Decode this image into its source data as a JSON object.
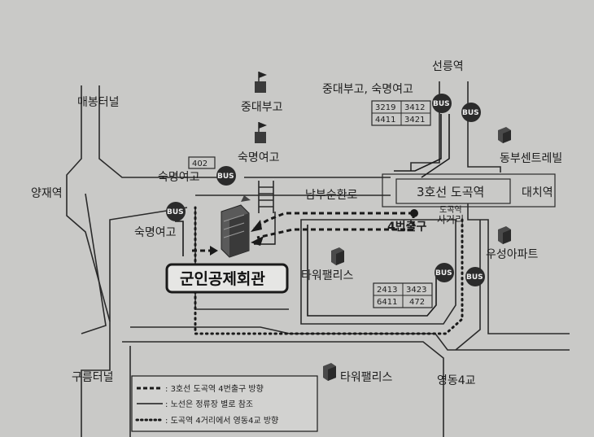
{
  "places": {
    "maebong_tunnel": "매봉터널",
    "yangjae_station": "양재역",
    "gureum_tunnel": "구름터널",
    "joongdae_high": "중대부고",
    "sookmyung_girls_high": "숙명여고",
    "sookmyung_girls_high_bus_stop": "숙명여고",
    "sookmyung_girls_high_left": "숙명여고",
    "joongdae_sookmyung": "중대부고, 숙명여고",
    "seolleung_station": "선릉역",
    "dongbu_central": "동부센트레빌",
    "daechi_station": "대치역",
    "nambu_ring_road": "남부순환로",
    "dogok_station_line3": "3호선  도곡역",
    "dogok_intersection_line1": "도곡역",
    "dogok_intersection_line2": "사거리",
    "exit_4": "4번출구",
    "tower_palace_1": "타워팰리스",
    "tower_palace_2": "타워팰리스",
    "woosung_apt": "우성아파트",
    "yeongdong_4_bridge": "영동4교",
    "military_mutual_aid_hall": "군인공제회관"
  },
  "bus_routes": {
    "sookmyung_stop": "402",
    "joongdae_stop": [
      "3219",
      "3412",
      "4411",
      "3421"
    ],
    "tower_palace_stop": [
      "2413",
      "3423",
      "6411",
      "472"
    ]
  },
  "bus_badge": "BUS",
  "legend": {
    "dashed": "3호선 도곡역 4번출구 방향",
    "solid": "노선은 정류장 별로 참조",
    "dotted": "도곡역 4거리에서 영동4교 방향"
  }
}
